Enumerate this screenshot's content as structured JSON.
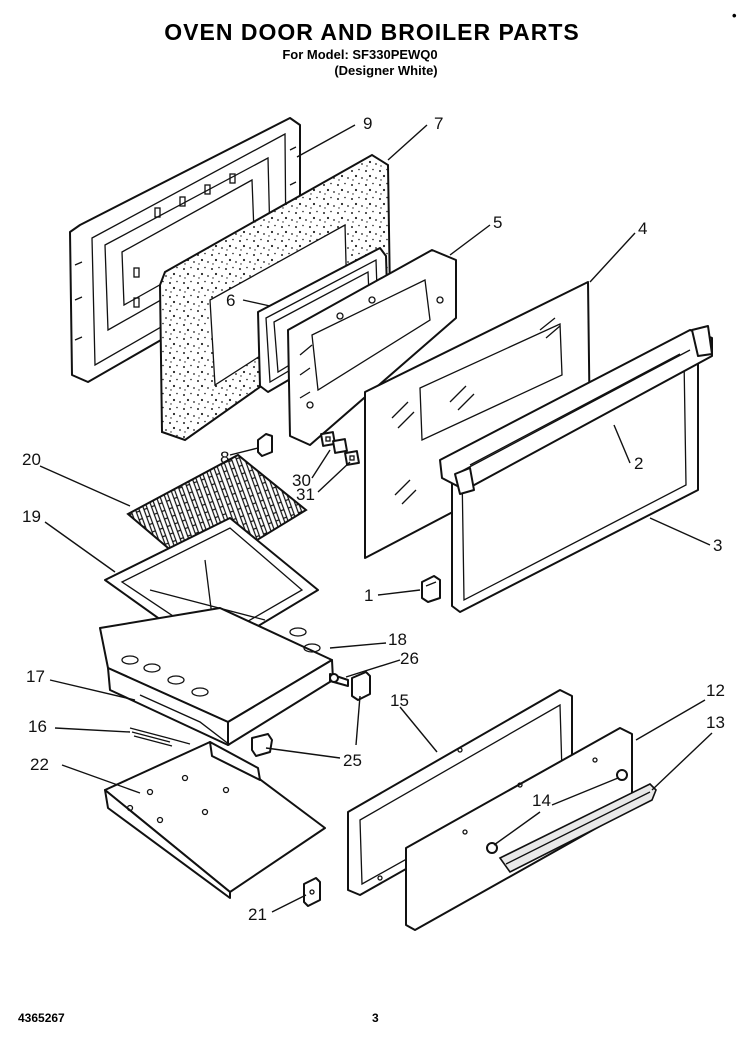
{
  "header": {
    "title": "OVEN DOOR AND BROILER PARTS",
    "model_line": "For Model: SF330PEWQ0",
    "color_line": "(Designer White)"
  },
  "corner_mark": "•",
  "footer": {
    "doc_number": "4365267",
    "page_number": "3"
  },
  "callouts": {
    "c1": "1",
    "c2": "2",
    "c3": "3",
    "c4": "4",
    "c5": "5",
    "c6": "6",
    "c7": "7",
    "c8": "8",
    "c9": "9",
    "c12": "12",
    "c13": "13",
    "c14": "14",
    "c15": "15",
    "c16": "16",
    "c17": "17",
    "c18": "18",
    "c19": "19",
    "c20": "20",
    "c21": "21",
    "c22": "22",
    "c25": "25",
    "c26": "26",
    "c30": "30",
    "c31": "31"
  }
}
